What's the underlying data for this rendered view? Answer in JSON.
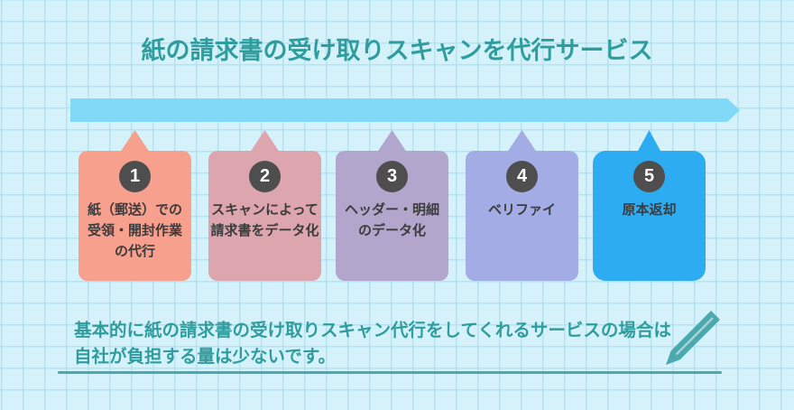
{
  "title": "紙の請求書の受け取りスキャンを代行サービス",
  "colors": {
    "background": "#D5F2FB",
    "grid_line": "#AEE4F7",
    "teal_text": "#2F9D9D",
    "arrow": "#7FD9F7",
    "step_circle": "#4E4E4E",
    "card_text": "#3C3C3C",
    "pencil": "#4BA9AE"
  },
  "steps": [
    {
      "number": "1",
      "label": "紙（郵送）での\n受領・開封作業\nの代行",
      "color": "#F8A08E"
    },
    {
      "number": "2",
      "label": "スキャンによって\n請求書をデータ化",
      "color": "#DDA5AE"
    },
    {
      "number": "3",
      "label": "ヘッダー・明細\nのデータ化",
      "color": "#B3A6CD"
    },
    {
      "number": "4",
      "label": "ベリファイ",
      "color": "#A3ACE5"
    },
    {
      "number": "5",
      "label": "原本返却",
      "color": "#2EACF2"
    }
  ],
  "note": {
    "text": "基本的に紙の請求書の受け取りスキャン代行をしてくれるサービスの場合は\n自社が負担する量は少ないです。"
  }
}
